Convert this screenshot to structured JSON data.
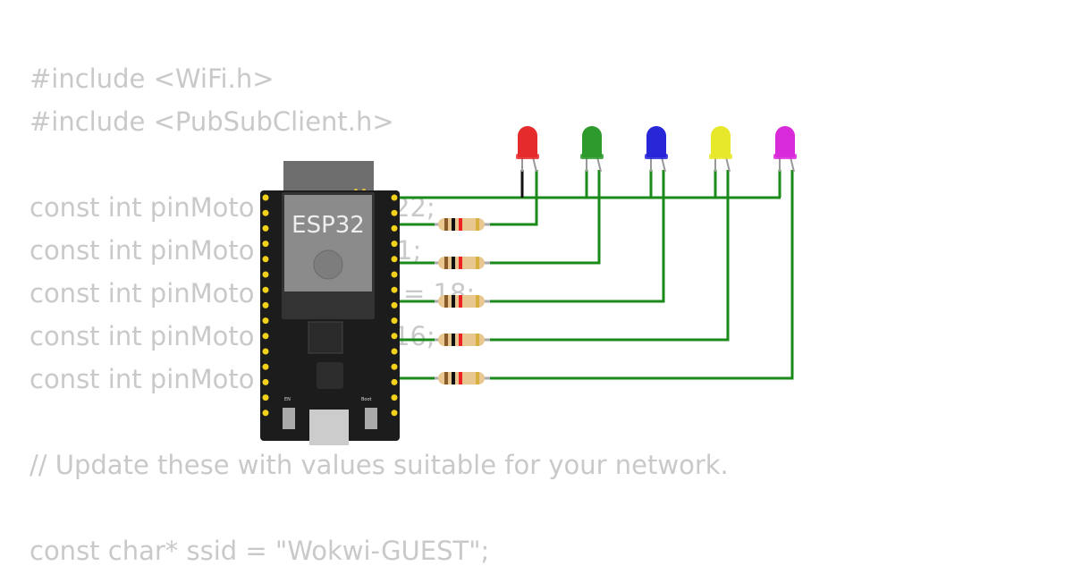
{
  "code": {
    "line1": "#include <WiFi.h>",
    "line2": "#include <PubSubClient.h>",
    "motor_prefix": "const int pinMoto",
    "motor_suffixes": [
      "22;",
      "1;",
      "= 18;",
      "16;"
    ],
    "comment": "// Update these with values suitable for your network.",
    "ssid": "const char* ssid = \"Wokwi-GUEST\";"
  },
  "board": {
    "label": "ESP32",
    "en_label": "EN",
    "boot_label": "Boot"
  },
  "leds": [
    {
      "color": "#e52b2b"
    },
    {
      "color": "#2e9a2e"
    },
    {
      "color": "#2727d8"
    },
    {
      "color": "#e8e82a"
    },
    {
      "color": "#d92ad9"
    }
  ],
  "colors": {
    "wire": "#1a8a1a",
    "code_text": "#c9c9c9",
    "board": "#1c1c1c",
    "pin": "#f2d21b"
  }
}
